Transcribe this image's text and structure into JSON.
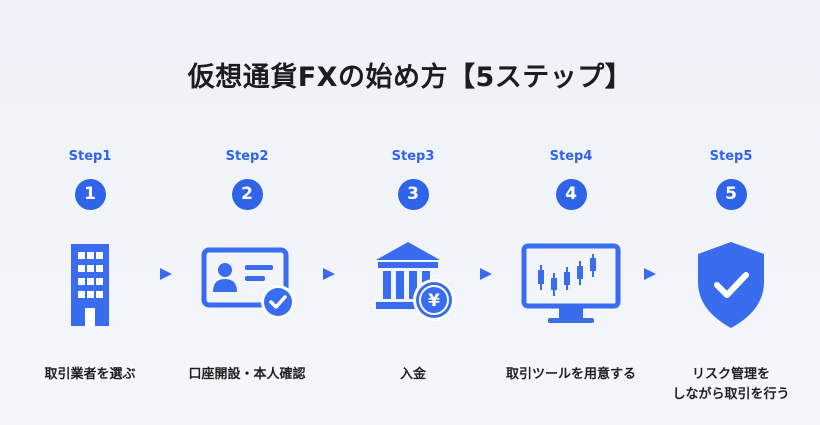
{
  "title": "仮想通貨FXの始め方【5ステップ】",
  "colors": {
    "accent": "#2f64e8",
    "icon_blue": "#3a6cf0",
    "background": "#eef2f8",
    "text": "#1f1f1f"
  },
  "steps": [
    {
      "label": "Step1",
      "number": "1",
      "icon": "office-building-icon",
      "text_lines": [
        "取引業者を選ぶ"
      ]
    },
    {
      "label": "Step2",
      "number": "2",
      "icon": "id-card-check-icon",
      "text_lines": [
        "口座開設・本人確認"
      ]
    },
    {
      "label": "Step3",
      "number": "3",
      "icon": "bank-yen-icon",
      "text_lines": [
        "入金"
      ]
    },
    {
      "label": "Step4",
      "number": "4",
      "icon": "trading-chart-monitor-icon",
      "text_lines": [
        "取引ツールを用意する"
      ]
    },
    {
      "label": "Step5",
      "number": "5",
      "icon": "shield-check-icon",
      "text_lines": [
        "リスク管理を",
        "しながら取引を行う"
      ]
    }
  ]
}
